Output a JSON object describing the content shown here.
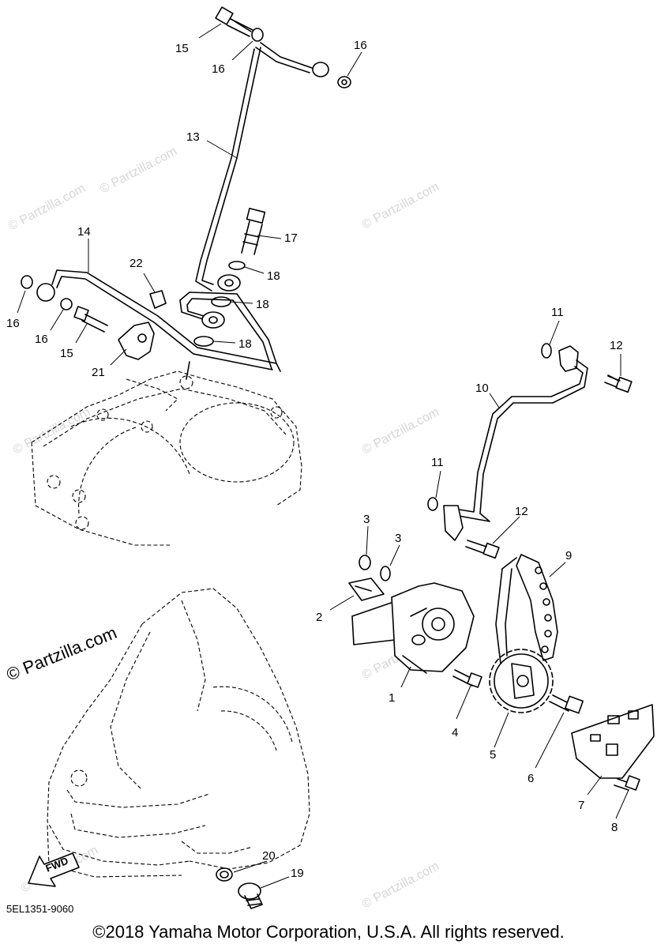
{
  "watermarks": {
    "faint": "© Partzilla.com",
    "prominent": "© Partzilla.com"
  },
  "callouts": {
    "c1": "1",
    "c2": "2",
    "c3a": "3",
    "c3b": "3",
    "c4": "4",
    "c5": "5",
    "c6": "6",
    "c7": "7",
    "c8": "8",
    "c9": "9",
    "c10": "10",
    "c11a": "11",
    "c11b": "11",
    "c12a": "12",
    "c12b": "12",
    "c13": "13",
    "c14": "14",
    "c15a": "15",
    "c15b": "15",
    "c16a": "16",
    "c16b": "16",
    "c16c": "16",
    "c16d": "16",
    "c17": "17",
    "c18a": "18",
    "c18b": "18",
    "c18c": "18",
    "c19": "19",
    "c20": "20",
    "c21": "21",
    "c22": "22"
  },
  "fwd_label": "FWD",
  "drawing_code": "5EL1351-9060",
  "copyright": "©2018 Yamaha Motor Corporation, U.S.A. All rights reserved."
}
